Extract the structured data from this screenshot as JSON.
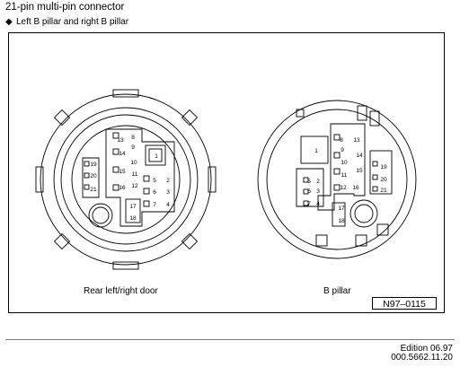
{
  "header": {
    "title": "21-pin multi-pin connector",
    "subtitle": "Left B pillar and right B pillar",
    "bullet": "◆"
  },
  "connectors": {
    "door": {
      "caption": "Rear left/right door",
      "pins": [
        "1",
        "2",
        "3",
        "4",
        "5",
        "6",
        "7",
        "8",
        "9",
        "10",
        "11",
        "12",
        "13",
        "14",
        "15",
        "16",
        "17",
        "18",
        "19",
        "20",
        "21"
      ]
    },
    "pillar": {
      "caption": "B pillar",
      "pins": [
        "1",
        "2",
        "3",
        "4",
        "5",
        "6",
        "7",
        "8",
        "9",
        "10",
        "11",
        "12",
        "13",
        "14",
        "15",
        "16",
        "17",
        "18",
        "19",
        "20",
        "21"
      ]
    }
  },
  "figure_number": "N97–0115",
  "footer": {
    "edition": "Edition  06.97",
    "part_number": "000.5662.11.20"
  }
}
